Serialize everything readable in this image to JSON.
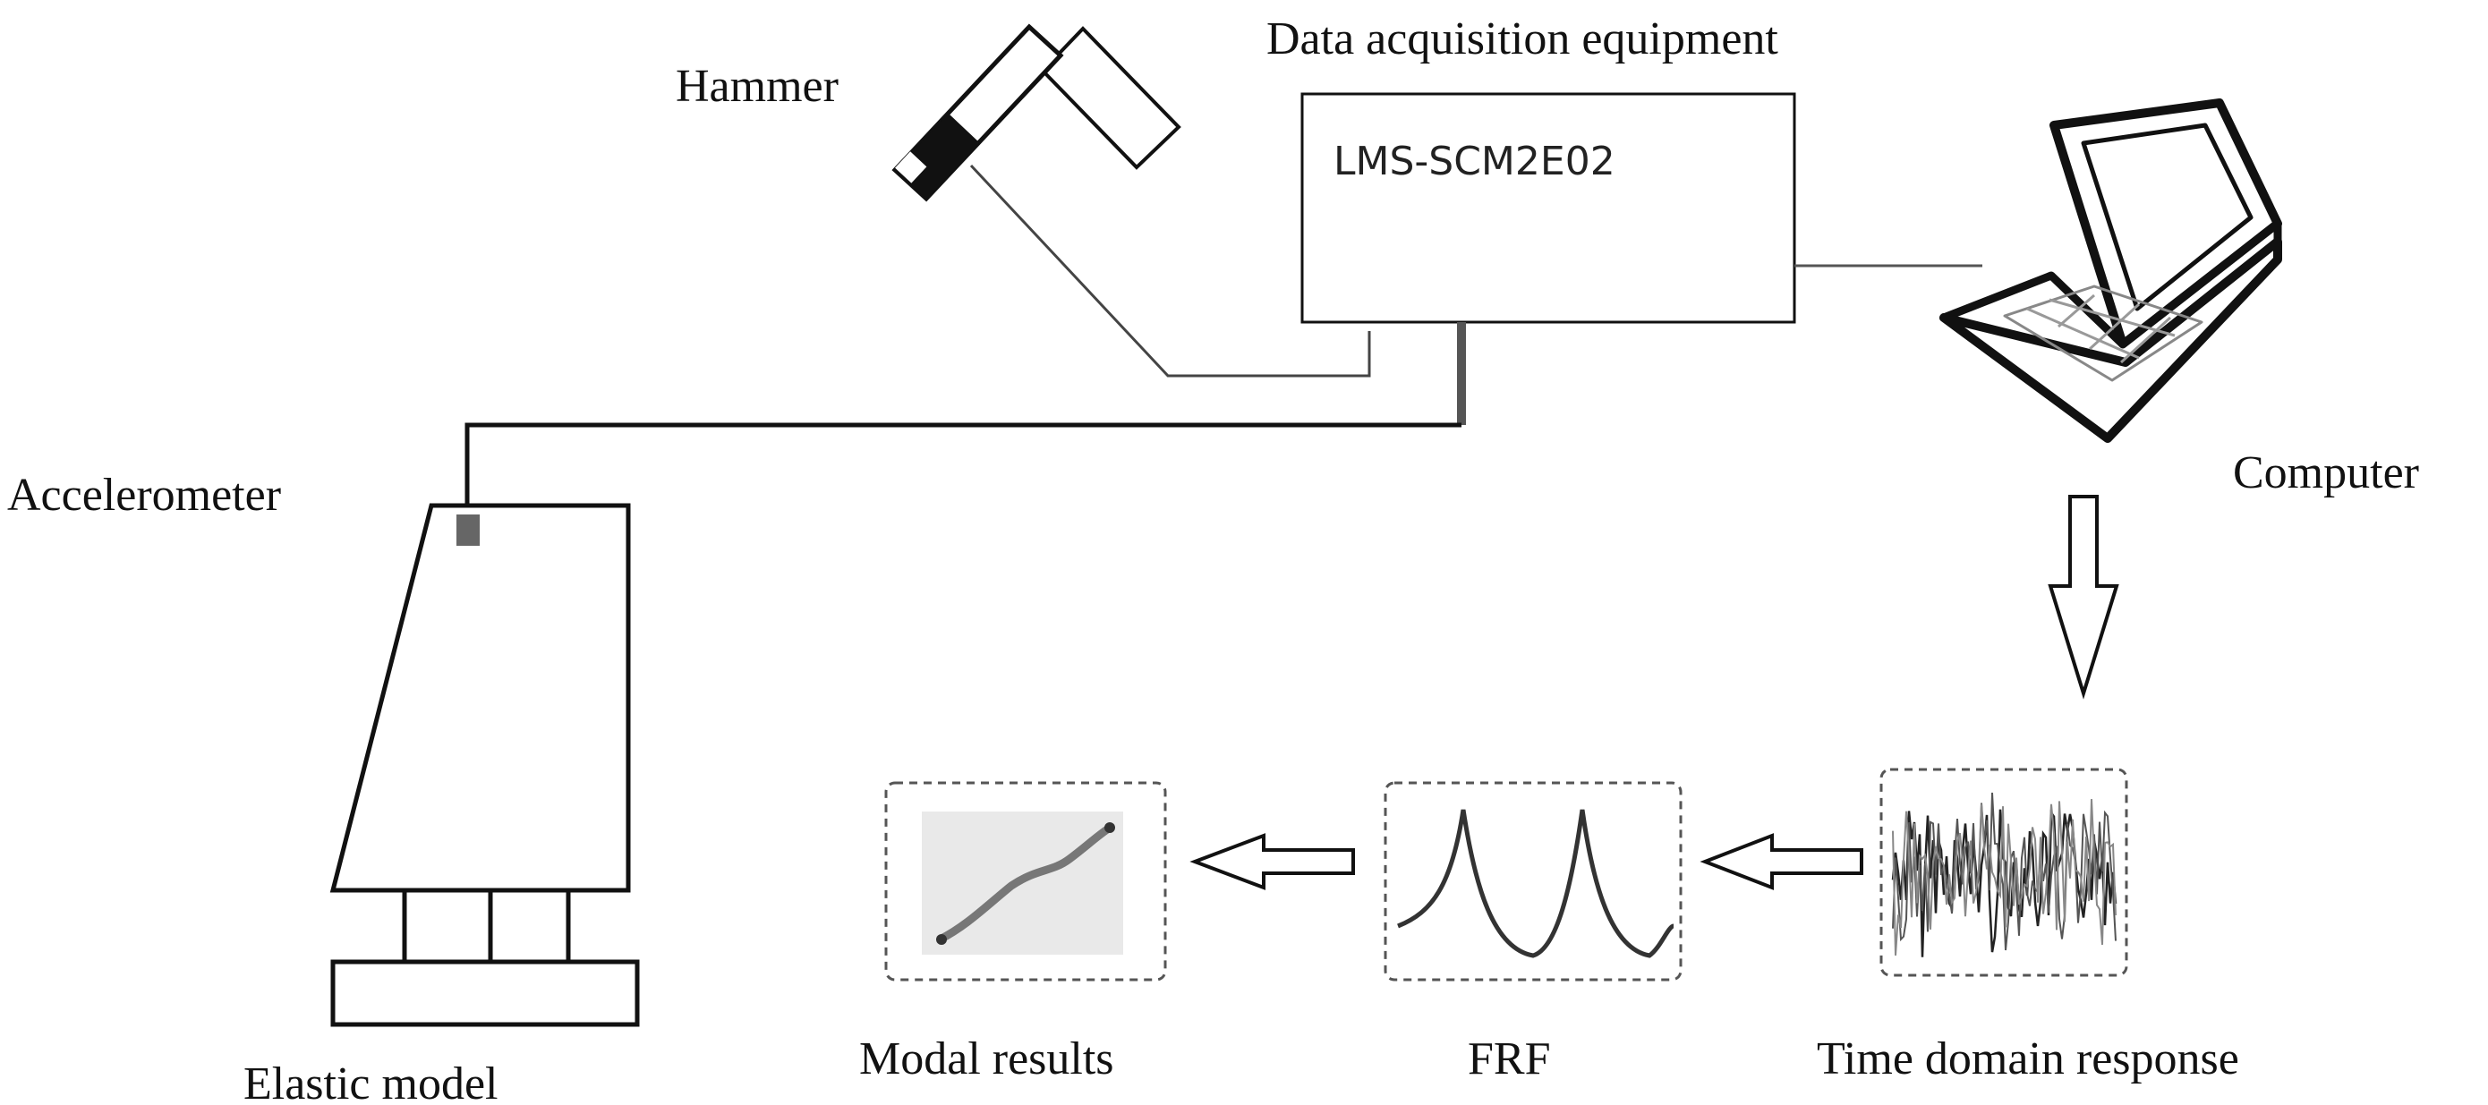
{
  "labels": {
    "hammer": "Hammer",
    "daq_title": "Data acquisition equipment",
    "daq_model": "LMS-SCM2E02",
    "computer": "Computer",
    "accelerometer": "Accelerometer",
    "elastic_model": "Elastic model",
    "modal_results": "Modal results",
    "frf": "FRF",
    "time_domain": "Time domain response"
  },
  "icons": {
    "hammer": "hammer-icon",
    "laptop": "laptop-icon",
    "accelerometer": "accelerometer-sensor-icon",
    "flow_arrow": "hollow-arrow-icon"
  },
  "colors": {
    "line": "#111111",
    "panel_border": "#555555",
    "fill_grey": "#666666"
  }
}
